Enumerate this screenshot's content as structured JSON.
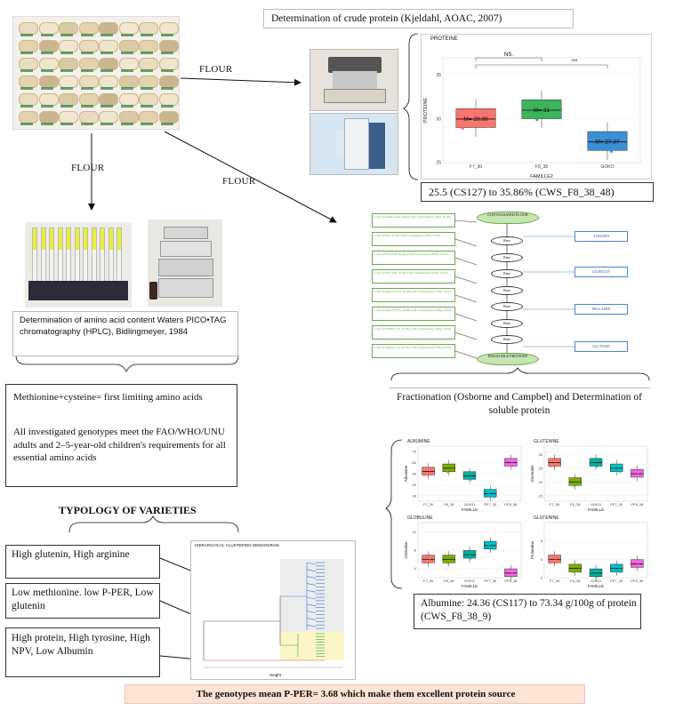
{
  "flow_labels": {
    "flour_right": "FLOUR",
    "flour_down": "FLOUR",
    "flour_diag": "FLOUR"
  },
  "crude_protein": {
    "title": "Determination of crude protein (Kjeldahl, AOAC, 2007)",
    "result": "25.5 (CS127) to 35.86% (CWS_F8_38_48)"
  },
  "amino_acid": {
    "method": "Determination of amino acid content Waters PICO•TAG chromatography (HPLC), Bidlingmeyer, 1984",
    "finding_1": "Methionine+cysteine= first limiting amino acids",
    "finding_2": "All investigated genotypes meet the FAO/WHO/UNU adults and 2–5-year-old children's requirements for all essential amino acids"
  },
  "fractionation": {
    "caption": "Fractionation (Osborne and Campbel) and Determination of soluble protein",
    "start_node": "CONVEASATED FLOUR",
    "end_node": "INSOLUBLE PROTEINS",
    "residue_label": "Rase",
    "fractions": [
      "ALBUMIN",
      "GLOBULIN",
      "PROLAMIN",
      "GLUTENIN"
    ],
    "steps": [
      "1.5 ml of distilled water mixing at RT Centrifugation 1000g, 20 min",
      "1.5 ml of H2O, 30 min at RT Centrifugation 1000g, 20 min",
      "1.5 ml of NaCl (1M), 30 min at RT Centrifugation 1000g, 20 min",
      "1.5 ml of NaCl (1M), 30 min at RT Centrifugation 1000g, 20 min",
      "1.5 ml of ethanol (70%), 30 min at RT Centrifugation 1000g, 20 min",
      "1.5 ml of ethanol (70%), 30 min at RT Centrifugation 1000g, 20 min",
      "1.5 ml of NaOH (0.1%), 30 min at RT Centrifugation 1000g, 20 min",
      "1.5 ml of NaOH (0.1%), 30 min at RT Centrifugation 1000g, 20 min"
    ]
  },
  "albumin_result": "Albumine: 24.36 (CS117) to 73.34 g/100g of protein (CWS_F8_38_9)",
  "typology": {
    "title": "TYPOLOGY OF VARIETIES",
    "groups": [
      "High glutenin, High arginine",
      "Low methionine. low P-PER, Low glutenin",
      "High protein, High tyrosine, High NPV, Low Albumin"
    ],
    "dendro_title": "HIERARCHICAL CLUSTERING DENDOGRAM",
    "dendro_xlabel": "Height"
  },
  "conclusion": "The genotypes mean P-PER= 3.68 which make them excellent protein source",
  "colors": {
    "f7": "#f8766d",
    "f8": "#7cae00",
    "goko": "#00bfc4",
    "teal": "#00b0a0",
    "blue": "#619cff",
    "pink": "#f564e3",
    "green_chart": "#3cb45a",
    "conclusion_bg": "#fbe3d6"
  },
  "chart_data": [
    {
      "type": "box",
      "title": "PROTEINE",
      "ylabel": "PROTEINE",
      "xlabel": "FAMILLE2",
      "categories": [
        "F7_30",
        "F8_38",
        "GOKO"
      ],
      "medians": [
        29.99,
        31.0,
        27.37
      ],
      "mean_labels": [
        "M= 29.99",
        "M= 31",
        "M= 27.37"
      ],
      "y_ticks": [
        "25",
        "30",
        "35"
      ],
      "ylim": [
        25,
        37
      ],
      "significance": [
        "NS.",
        "***"
      ]
    },
    {
      "type": "box",
      "title": "ALBUMINE",
      "ylabel": "Albumine",
      "xlabel": "FAMILLE",
      "categories": [
        "F7_30",
        "F8_38",
        "GOKO",
        "PF7_30",
        "PF8_38"
      ],
      "medians": [
        52,
        55,
        48,
        32,
        60
      ],
      "y_ticks": [
        "30",
        "40",
        "50",
        "60",
        "70"
      ],
      "ylim": [
        25,
        75
      ]
    },
    {
      "type": "box",
      "title": "GLUTENINE",
      "ylabel": "Glutenine",
      "xlabel": "FAMILLE",
      "categories": [
        "F7_30",
        "F8_38",
        "GOKO",
        "PF7_30",
        "PF8_38"
      ],
      "medians": [
        27,
        20,
        27,
        25,
        23
      ],
      "y_ticks": [
        "15",
        "20",
        "25",
        "30"
      ],
      "ylim": [
        13,
        33
      ]
    },
    {
      "type": "box",
      "title": "GLOBULINE",
      "ylabel": "Globuline",
      "xlabel": "FAMILLE",
      "categories": [
        "F7_30",
        "F8_38",
        "GOKO",
        "PF7_30",
        "PF8_38"
      ],
      "medians": [
        6,
        6,
        7,
        9,
        3
      ],
      "y_ticks": [
        "4",
        "8",
        "12"
      ],
      "ylim": [
        2,
        14
      ]
    },
    {
      "type": "box",
      "title": "GLUTENINE",
      "ylabel": "Prolamine",
      "xlabel": "FAMILLE",
      "categories": [
        "F7_30",
        "F8_38",
        "GOKO",
        "PF7_30",
        "PF8_38"
      ],
      "medians": [
        4,
        3,
        2.5,
        3,
        3.5
      ],
      "y_ticks": [
        "2",
        "4",
        "6"
      ],
      "ylim": [
        2,
        8
      ]
    }
  ]
}
